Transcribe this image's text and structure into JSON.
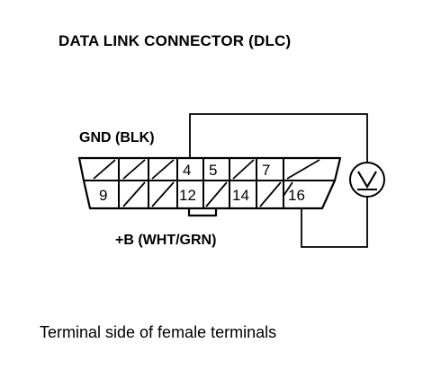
{
  "title": "DATA LINK CONNECTOR (DLC)",
  "ground_label": "GND (BLK)",
  "battery_label": "+B (WHT/GRN)",
  "caption": "Terminal side of female terminals",
  "meter_symbol": "V",
  "connector": {
    "top_row": [
      "",
      "",
      "",
      "4",
      "5",
      "",
      "7",
      ""
    ],
    "bottom_row": [
      "9",
      "",
      "",
      "12",
      "",
      "14",
      "",
      "16"
    ]
  }
}
